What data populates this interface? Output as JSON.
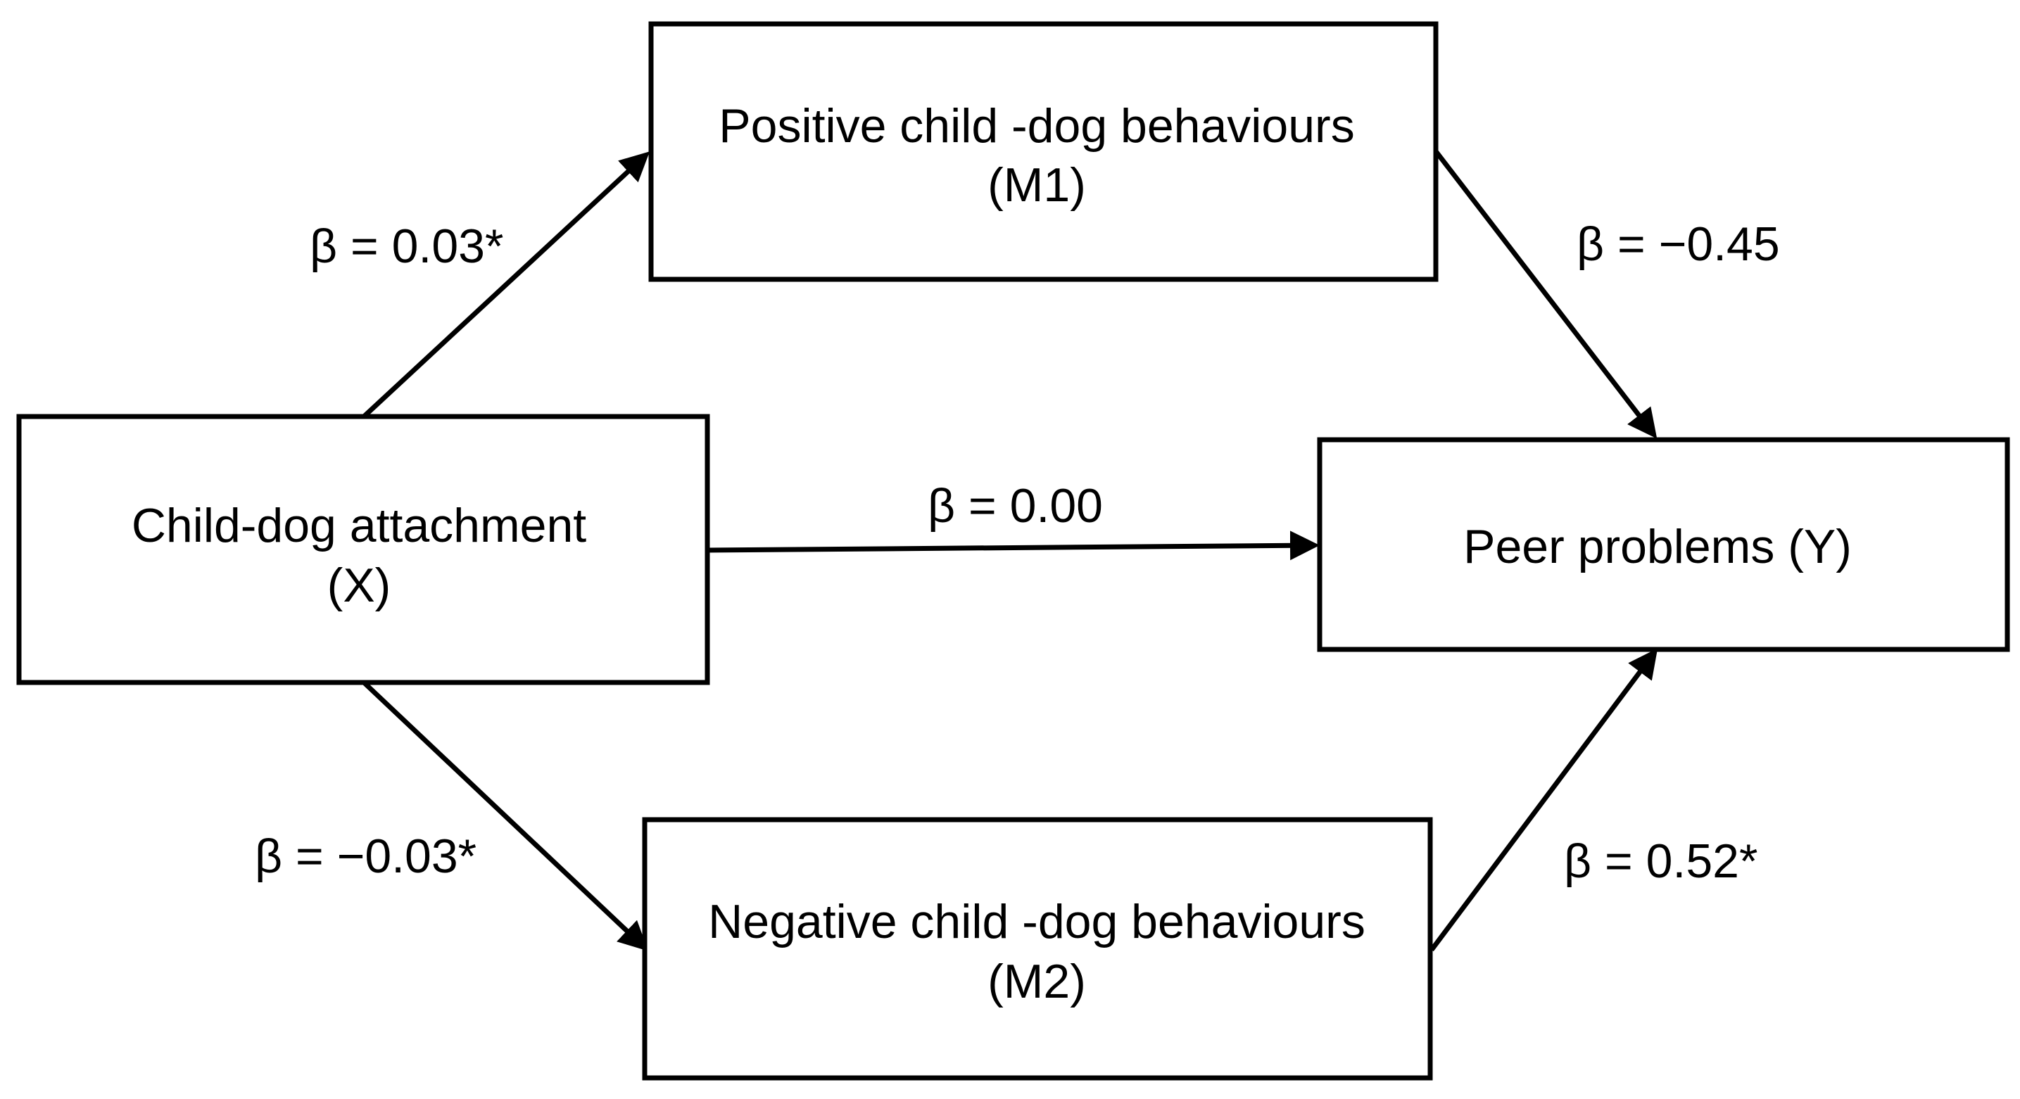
{
  "nodes": {
    "m1": {
      "line1": "Positive child -dog behaviours",
      "line2": "(M1)"
    },
    "x": {
      "line1": "Child-dog attachment",
      "line2": "(X)"
    },
    "y": {
      "line1": "Peer problems (Y)"
    },
    "m2": {
      "line1": "Negative child -dog behaviours",
      "line2": "(M2)"
    }
  },
  "paths": {
    "x_to_m1": "β = 0.03*",
    "m1_to_y": "β = −0.45",
    "x_to_y": "β = 0.00",
    "x_to_m2": "β = −0.03*",
    "m2_to_y": "β = 0.52*"
  },
  "colors": {
    "stroke": "#000000",
    "background": "#ffffff"
  }
}
